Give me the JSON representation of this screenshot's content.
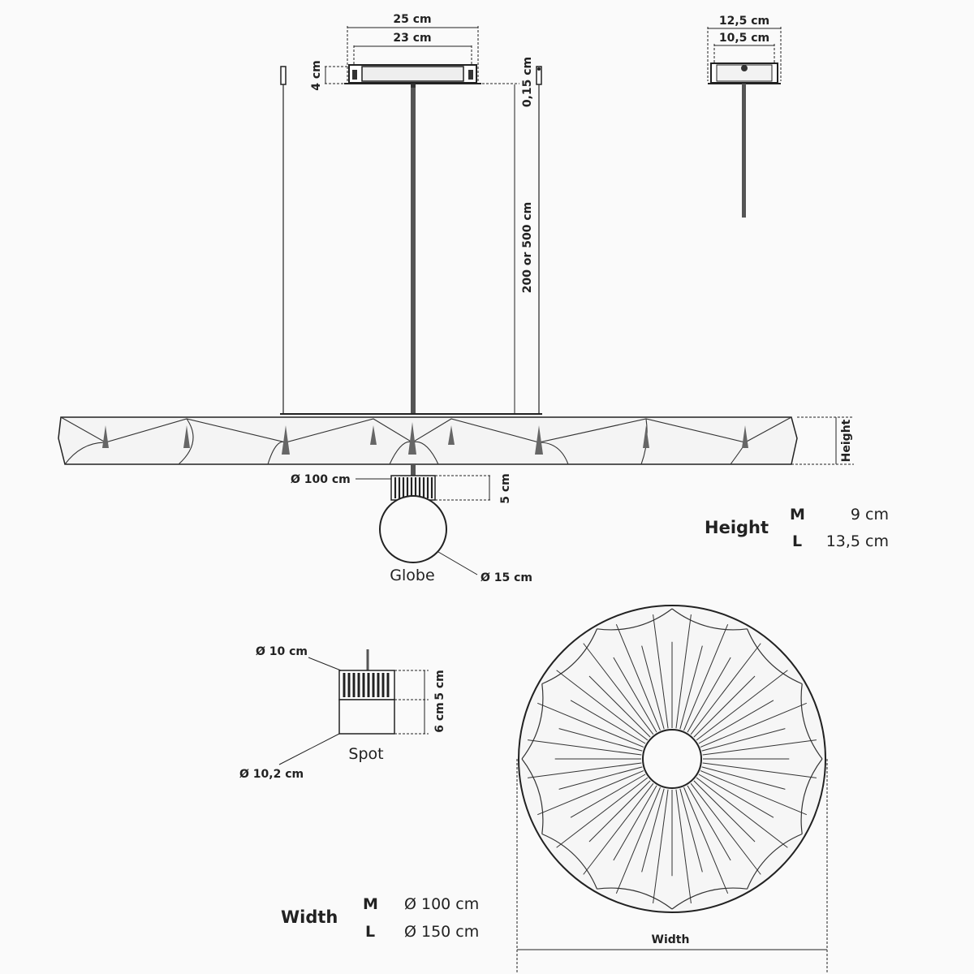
{
  "mount_top": {
    "width_outer": "25 cm",
    "width_inner": "23 cm",
    "height": "4 cm",
    "gap": "0,15 cm"
  },
  "mount_side": {
    "width_outer": "12,5 cm",
    "width_inner": "10,5 cm"
  },
  "cable": {
    "length": "200 or 500 cm"
  },
  "shade": {
    "diameter": "Ø 100 cm",
    "height_label": "Height"
  },
  "globe": {
    "name": "Globe",
    "collar_height": "5 cm",
    "diameter": "Ø 15 cm"
  },
  "spot": {
    "name": "Spot",
    "top_diameter": "Ø 10 cm",
    "bottom_diameter": "Ø 10,2 cm",
    "upper_height": "5 cm",
    "lower_height": "6 cm"
  },
  "height_table": {
    "title": "Height",
    "rows": [
      {
        "size": "M",
        "value": "9 cm"
      },
      {
        "size": "L",
        "value": "13,5 cm"
      }
    ]
  },
  "width_table": {
    "title": "Width",
    "rows": [
      {
        "size": "M",
        "value": "Ø 100 cm"
      },
      {
        "size": "L",
        "value": "Ø 150 cm"
      }
    ]
  },
  "top_view": {
    "width_label": "Width"
  }
}
